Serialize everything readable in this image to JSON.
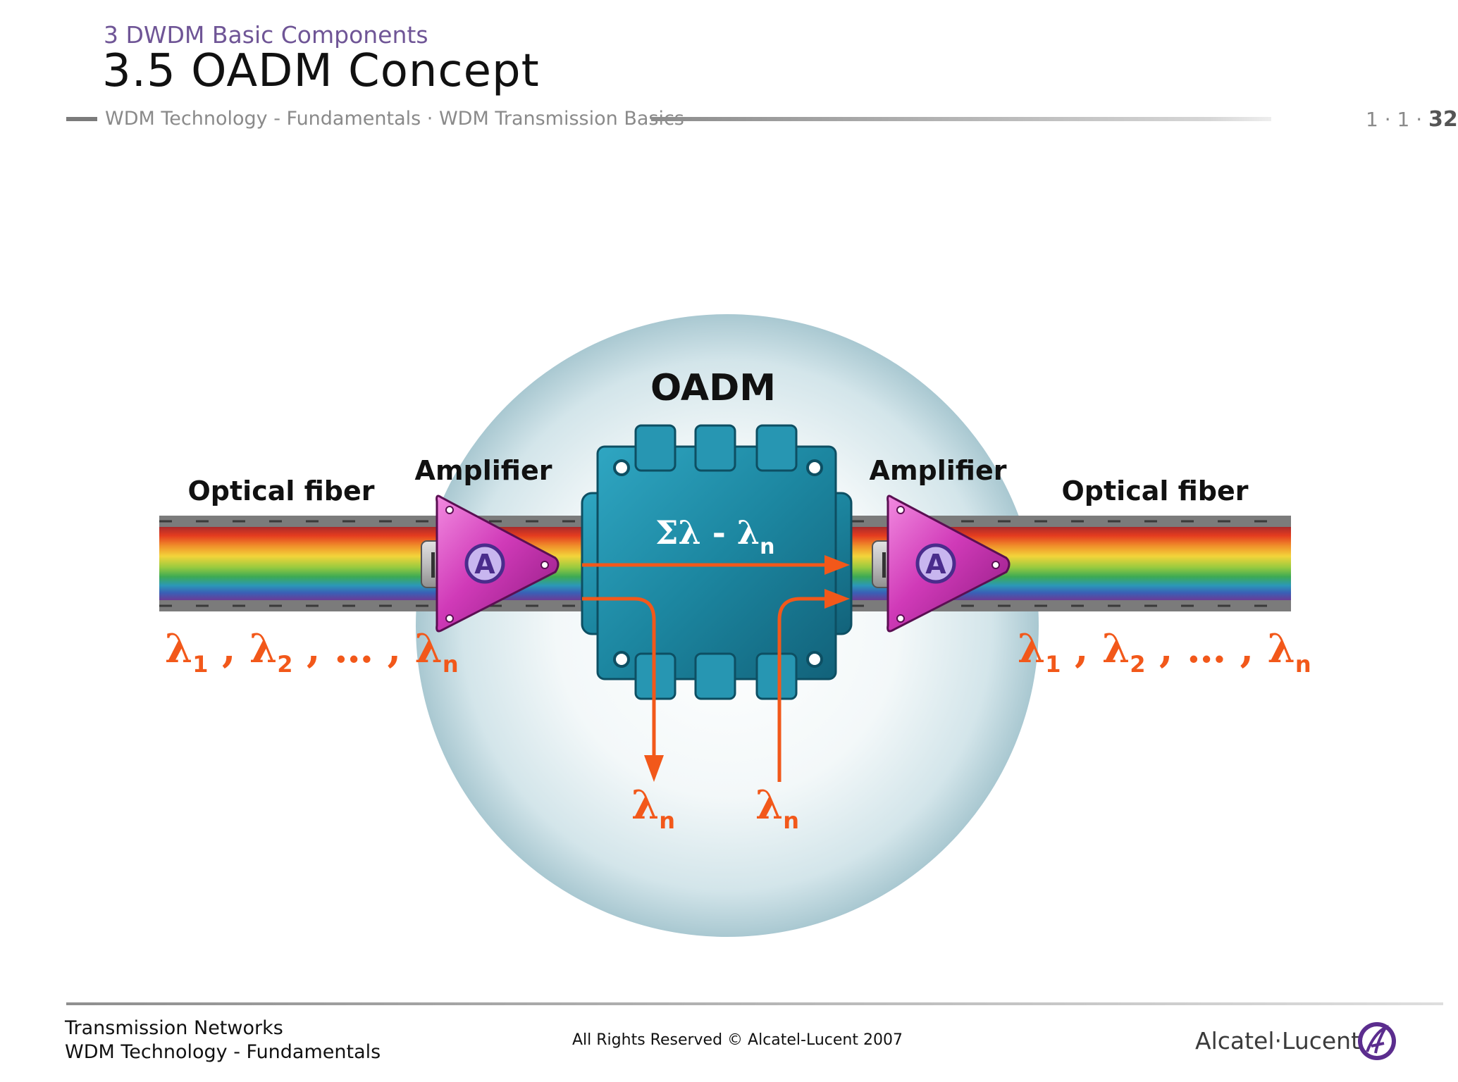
{
  "header": {
    "section": "3 DWDM Basic Components",
    "title": "3.5 OADM Concept",
    "breadcrumb": "WDM Technology - Fundamentals · WDM Transmission Basics",
    "page_number_prefix": "1 · 1 · ",
    "page_number": "32"
  },
  "diagram": {
    "oadm_label": "OADM",
    "left_fiber_label": "Optical fiber",
    "right_fiber_label": "Optical fiber",
    "left_amplifier_label": "Amplifier",
    "right_amplifier_label": "Amplifier",
    "amplifier_badge": "A",
    "through_label": "Σλ - λ",
    "through_sub": "n",
    "lambda": "λ",
    "sub_1": "1",
    "sub_2": "2",
    "sub_n": "n",
    "sep": " , ",
    "ellipsis": " … ",
    "drop_label": "λ",
    "drop_sub": "n",
    "add_label": "λ",
    "add_sub": "n",
    "colors": {
      "accent": "#f2581a",
      "oadm_body": "#1c86a0",
      "amplifier": "#d03ab8",
      "sphere": "#b6d3dc"
    }
  },
  "footer": {
    "line1": "Transmission Networks",
    "line2": "WDM Technology - Fundamentals",
    "copyright": "All Rights Reserved © Alcatel-Lucent 2007",
    "logo_text": "Alcatel·Lucent"
  }
}
